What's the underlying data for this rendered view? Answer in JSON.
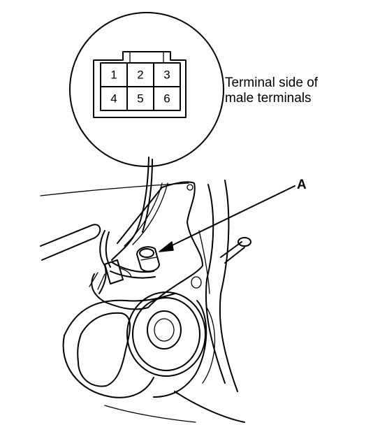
{
  "connector": {
    "pins_top": [
      "1",
      "2",
      "3"
    ],
    "pins_bottom": [
      "4",
      "5",
      "6"
    ]
  },
  "caption": {
    "line1": "Terminal side of",
    "line2": "male terminals"
  },
  "callout_label": "A"
}
